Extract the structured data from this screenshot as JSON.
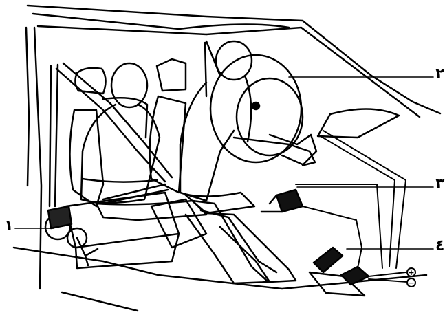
{
  "callouts": {
    "label_1": "١",
    "label_2": "٢",
    "label_3": "٣",
    "label_4": "٤"
  },
  "terminals": {
    "positive": "+",
    "negative": "−"
  },
  "colors": {
    "line": "#000000",
    "background": "#ffffff",
    "dark_fill": "#111111"
  }
}
